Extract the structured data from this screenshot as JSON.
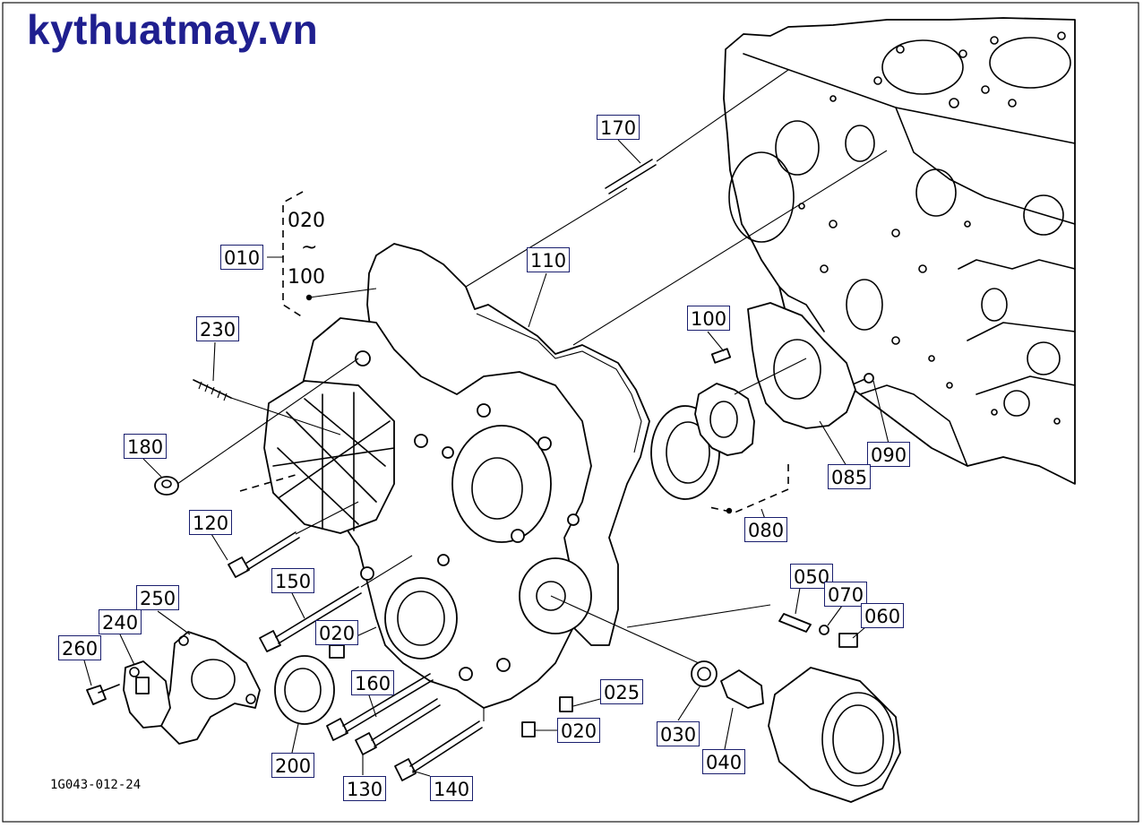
{
  "site": "kythuatmay.vn",
  "drawing_code": "1G043-012-24",
  "group": {
    "range_start": "020",
    "tilde": "~",
    "range_end": "100"
  },
  "callouts": {
    "c010": "010",
    "c020a": "020",
    "c020b": "020",
    "c025": "025",
    "c030": "030",
    "c040": "040",
    "c050": "050",
    "c060": "060",
    "c070": "070",
    "c080": "080",
    "c085": "085",
    "c090": "090",
    "c100": "100",
    "c110": "110",
    "c120": "120",
    "c130": "130",
    "c140": "140",
    "c150": "150",
    "c160": "160",
    "c170": "170",
    "c180": "180",
    "c200": "200",
    "c230": "230",
    "c240": "240",
    "c250": "250",
    "c260": "260"
  },
  "colors": {
    "logo": "#1f1f8f",
    "tag_border": "#1a1f6e",
    "line": "#000000"
  }
}
